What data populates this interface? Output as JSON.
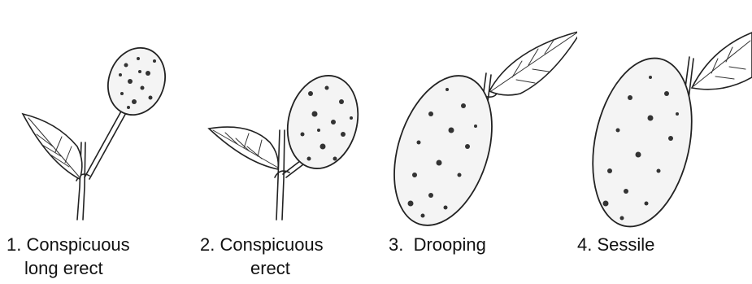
{
  "figures": [
    {
      "number": "1.",
      "line1": "Conspicuous",
      "line2": "long erect",
      "icon": "fruit-long-erect-icon"
    },
    {
      "number": "2.",
      "line1": "Conspicuous",
      "line2": "erect",
      "icon": "fruit-erect-icon"
    },
    {
      "number": "3.",
      "line1": "Drooping",
      "line2": "",
      "icon": "fruit-drooping-icon"
    },
    {
      "number": "4.",
      "line1": "Sessile",
      "line2": "",
      "icon": "fruit-sessile-icon"
    }
  ]
}
